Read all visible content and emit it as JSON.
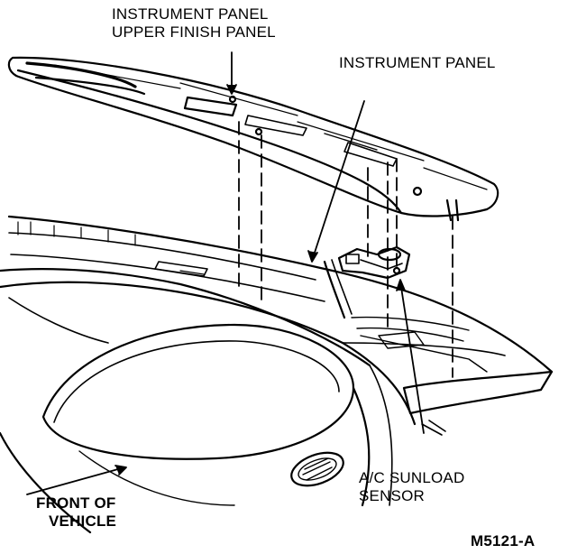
{
  "labels": {
    "upper_finish_panel": [
      "INSTRUMENT PANEL",
      "UPPER FINISH PANEL"
    ],
    "instrument_panel": "INSTRUMENT PANEL",
    "sunload_sensor": [
      "A/C SUNLOAD",
      "SENSOR"
    ],
    "front_of_vehicle": [
      "FRONT OF",
      "VEHICLE"
    ],
    "figure_id": "M5121-A"
  },
  "colors": {
    "line": "#000000",
    "background": "#ffffff"
  }
}
